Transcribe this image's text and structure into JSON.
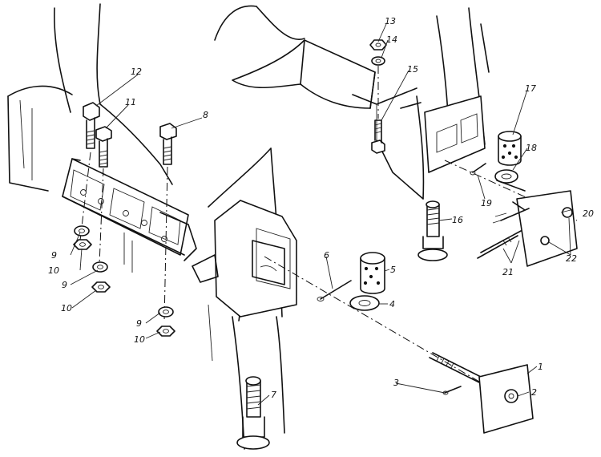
{
  "callouts": {
    "n1": "1",
    "n2": "2",
    "n3": "3",
    "n4": "4",
    "n5": "5",
    "n6": "6",
    "n7": "7",
    "n8": "8",
    "n9a": "9",
    "n9b": "9",
    "n9c": "9",
    "n10a": "10",
    "n10b": "10",
    "n10c": "10",
    "n11": "11",
    "n12": "12",
    "n13": "13",
    "n14": "14",
    "n15": "15",
    "n16": "16",
    "n17": "17",
    "n18": "18",
    "n19": "19",
    "n20": "20",
    "n21": "21",
    "n22": "22"
  }
}
